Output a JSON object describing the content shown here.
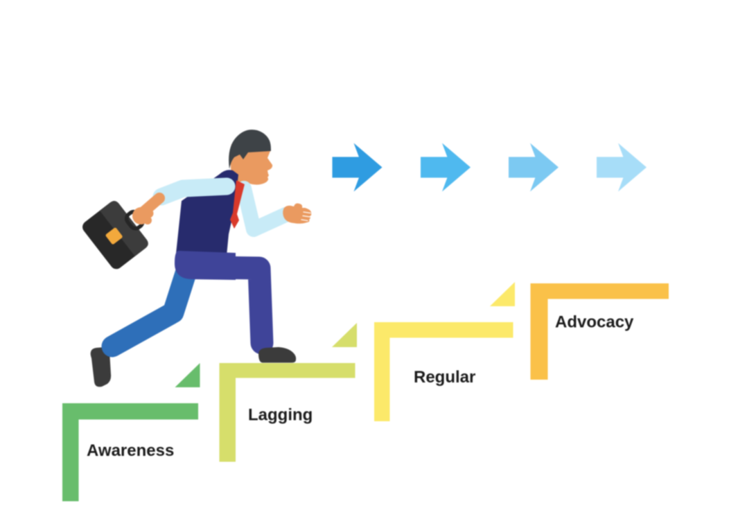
{
  "background": "#FFFFFF",
  "diagram": {
    "steps": [
      {
        "label": "Awareness",
        "color": "#68BD6C"
      },
      {
        "label": "Lagging",
        "color": "#D6DE6B"
      },
      {
        "label": "Regular",
        "color": "#FCE96A"
      },
      {
        "label": "Advocacy",
        "color": "#FAC149"
      }
    ],
    "label_color": "#1B1B1B",
    "arrows": {
      "direction": "right",
      "colors": [
        "#2F9CE1",
        "#4FB9EF",
        "#7CC9F2",
        "#A7DDF8"
      ]
    },
    "figure": {
      "name": "businessman-running-with-briefcase",
      "colors": {
        "skin": "#EA9A60",
        "hair": "#3E4347",
        "vest": "#272B6D",
        "shirt": "#C8EBF7",
        "tie": "#D93A2B",
        "pants_front": "#3F4499",
        "pants_back": "#2E6FB9",
        "shoes": "#3B3B3B",
        "case_body": "#282828",
        "case_lid": "#3C3C3C",
        "case_clasp": "#F3A93C",
        "case_handle": "#262626"
      }
    }
  }
}
